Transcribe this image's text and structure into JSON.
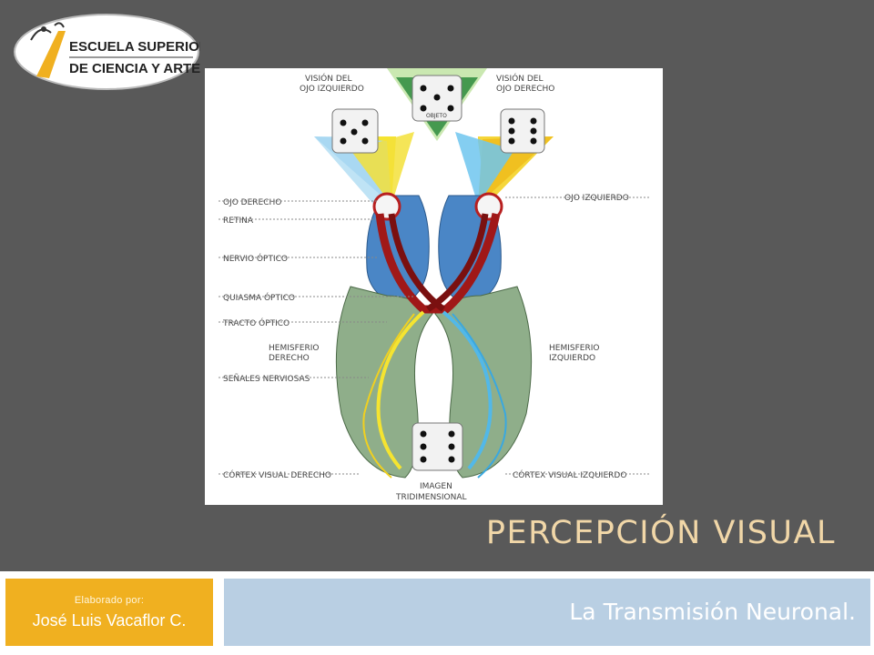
{
  "logo": {
    "line1": "ESCUELA SUPERIOR",
    "line2": "DE CIENCIA Y ARTE"
  },
  "diagram": {
    "vision_left": [
      "VISIÓN DEL",
      "OJO IZQUIERDO"
    ],
    "vision_right": [
      "VISIÓN DEL",
      "OJO DERECHO"
    ],
    "object_label": "OBJETO",
    "left_labels": [
      "OJO DERECHO",
      "RETINA",
      "NERVIO ÓPTICO",
      "QUIASMA ÓPTICO",
      "TRACTO ÓPTICO",
      "SEÑALES NERVIOSAS",
      "CÓRTEX VISUAL DERECHO"
    ],
    "hemisphere_right": [
      "HEMISFERIO",
      "DERECHO"
    ],
    "hemisphere_left": [
      "HEMISFERIO",
      "IZQUIERDO"
    ],
    "right_labels": [
      "OJO IZQUIERDO",
      "CÓRTEX VISUAL IZQUIERDO"
    ],
    "image_label": [
      "IMAGEN",
      "TRIDIMENSIONAL"
    ]
  },
  "title": "PERCEPCIÓN VISUAL",
  "subtitle": "La Transmisión Neuronal.",
  "author": {
    "label": "Elaborado por:",
    "name": "José Luis Vacaflor C."
  },
  "colors": {
    "background": "#595959",
    "author_box": "#f0b020",
    "subtitle_box": "#b9cfe3",
    "title": "#f1d7a8"
  }
}
